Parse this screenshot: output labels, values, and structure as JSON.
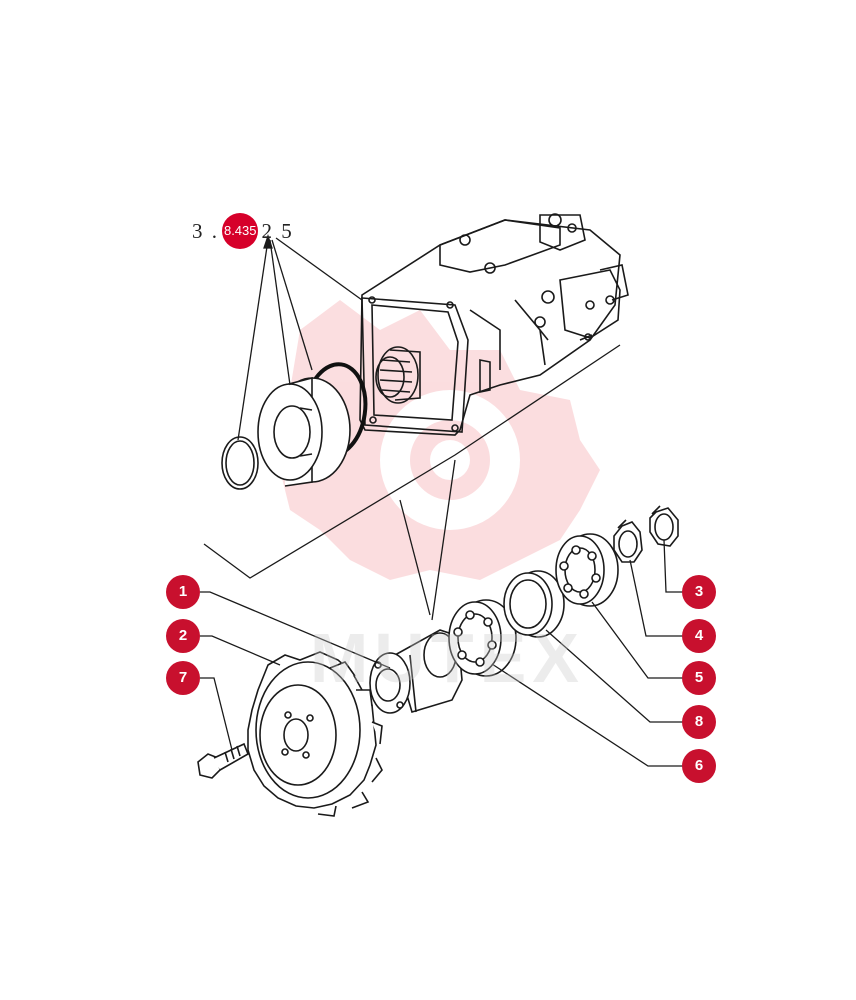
{
  "reference": {
    "prefix": "3 .",
    "badge": "8.435",
    "suffix": "2 5"
  },
  "watermark": {
    "text": "MUTEX",
    "color": "#e8323c"
  },
  "callouts": [
    {
      "id": "1",
      "label": "1"
    },
    {
      "id": "2",
      "label": "2"
    },
    {
      "id": "7",
      "label": "7"
    },
    {
      "id": "3",
      "label": "3"
    },
    {
      "id": "4",
      "label": "4"
    },
    {
      "id": "5",
      "label": "5"
    },
    {
      "id": "8",
      "label": "8"
    },
    {
      "id": "6",
      "label": "6"
    }
  ],
  "colors": {
    "callout": "#c8102e",
    "line": "#1a1a1a"
  }
}
